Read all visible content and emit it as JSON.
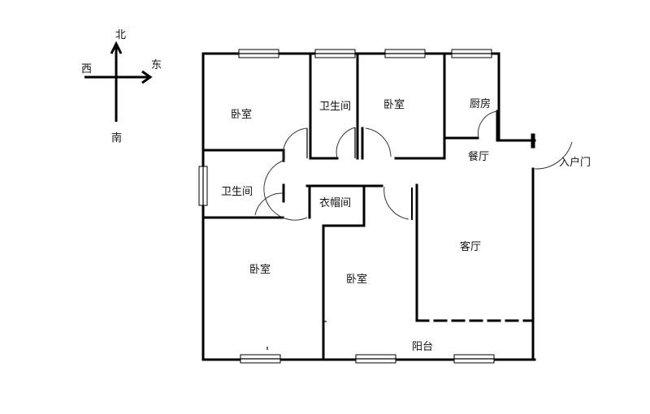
{
  "compass": {
    "north": "北",
    "south": "南",
    "east": "东",
    "west": "西"
  },
  "rooms": {
    "bedroom_nw": "卧室",
    "bathroom_north": "卫生间",
    "bedroom_north": "卧室",
    "kitchen": "厨房",
    "dining": "餐厅",
    "entrance": "入户门",
    "bathroom_west": "卫生间",
    "cloakroom": "衣帽间",
    "living": "客厅",
    "bedroom_sw": "卧室",
    "bedroom_south": "卧室",
    "balcony": "阳台"
  },
  "colors": {
    "wall": "#000000",
    "background": "#ffffff"
  }
}
